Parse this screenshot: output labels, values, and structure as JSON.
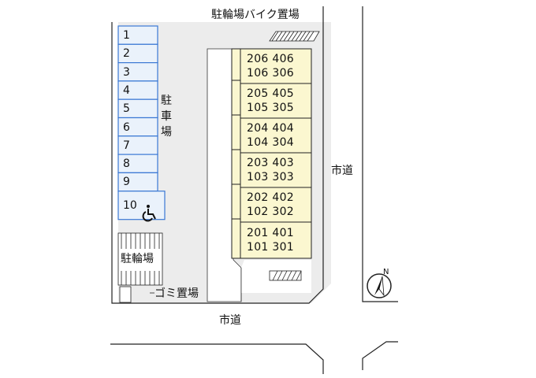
{
  "labels": {
    "bike_parking_top": "駐輪場バイク置場",
    "parking_vertical": [
      "駐",
      "車",
      "場"
    ],
    "road_east": "市道",
    "road_south": "市道",
    "bicycle_parking": "駐輪場",
    "garbage_area": "ゴミ置場"
  },
  "parking_spaces": [
    "1",
    "2",
    "3",
    "4",
    "5",
    "6",
    "7",
    "8",
    "9",
    "10"
  ],
  "accessible_space": "10",
  "units": [
    {
      "top": "206 406",
      "bottom": "106 306"
    },
    {
      "top": "205 405",
      "bottom": "105 305"
    },
    {
      "top": "204 404",
      "bottom": "104 304"
    },
    {
      "top": "203 403",
      "bottom": "103 303"
    },
    {
      "top": "202 402",
      "bottom": "102 302"
    },
    {
      "top": "201 401",
      "bottom": "101 301"
    }
  ],
  "compass": {
    "letter": "N"
  },
  "colors": {
    "parking_fill": "#eaf2fb",
    "parking_border": "#3a78d4",
    "building_fill": "#fbf7d0",
    "lot_fill": "#ececec",
    "line": "#222222"
  },
  "icons": {
    "accessible": "wheelchair-icon",
    "compass": "north-arrow-icon"
  }
}
